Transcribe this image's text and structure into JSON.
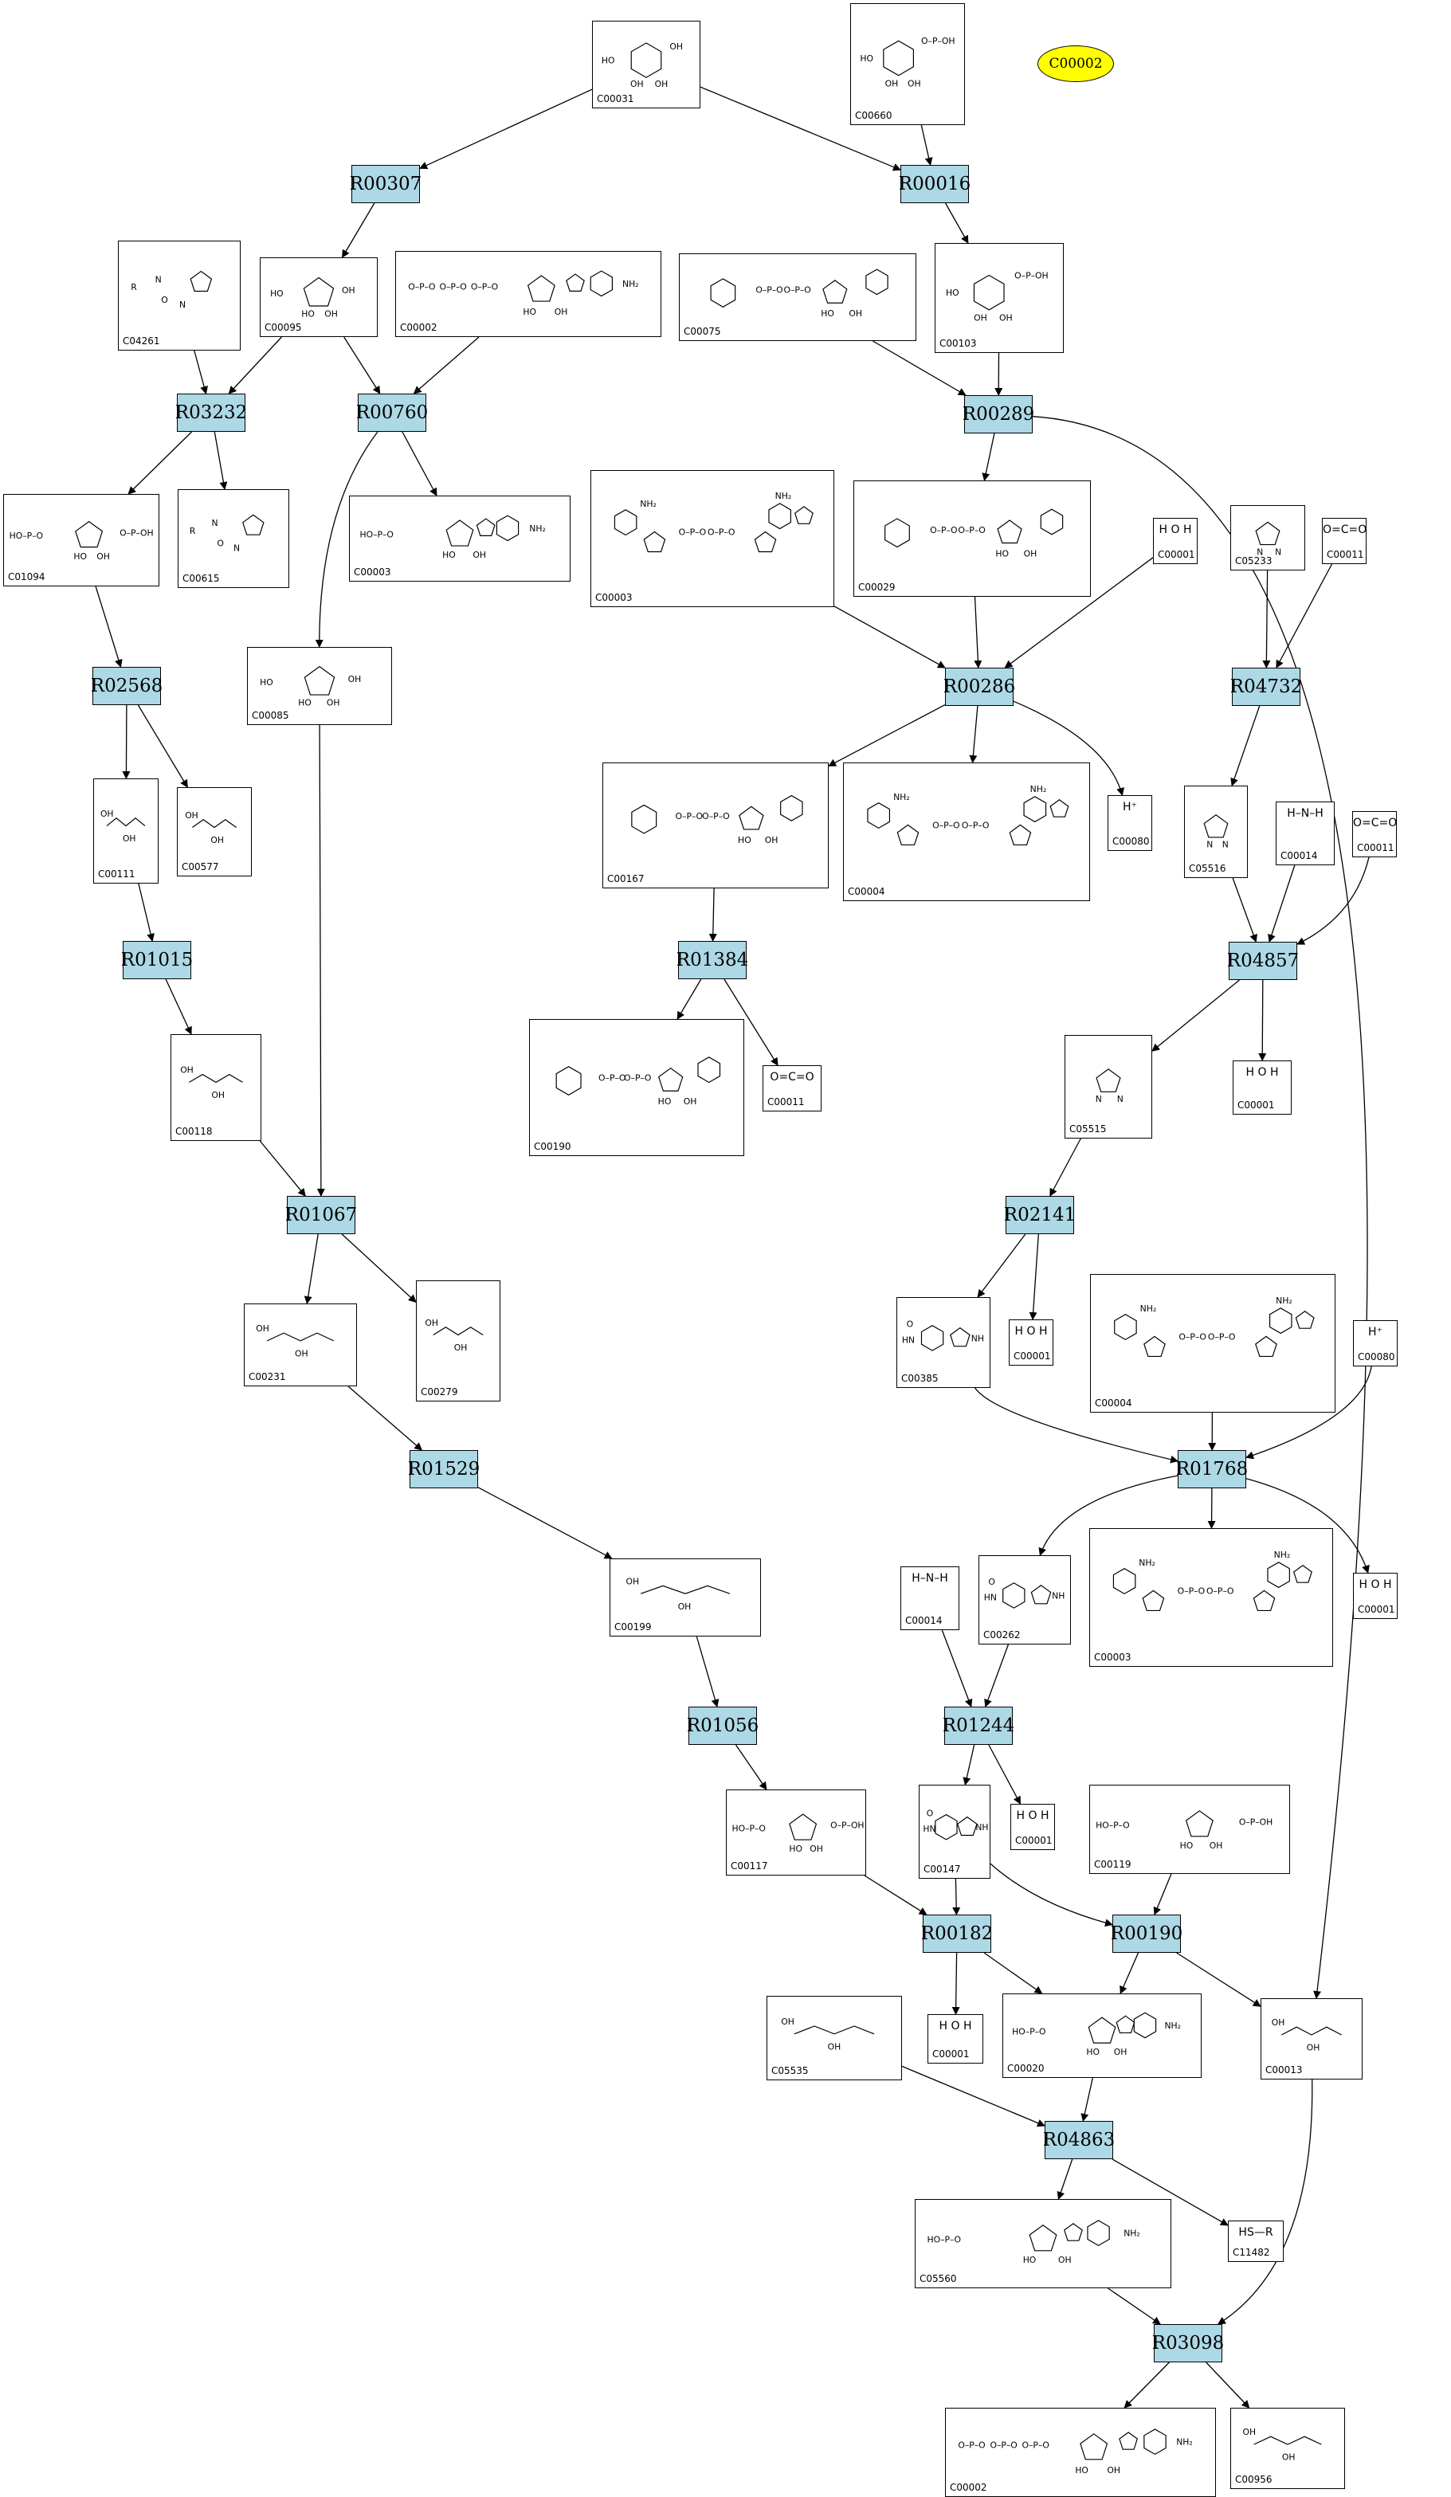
{
  "highlight": {
    "label": "C00002"
  },
  "reactions": {
    "R00307": "R00307",
    "R00016": "R00016",
    "R03232": "R03232",
    "R00760": "R00760",
    "R00289": "R00289",
    "R02568": "R02568",
    "R00286": "R00286",
    "R04732": "R04732",
    "R01015": "R01015",
    "R01384": "R01384",
    "R04857": "R04857",
    "R01067": "R01067",
    "R02141": "R02141",
    "R01529": "R01529",
    "R01768": "R01768",
    "R01056": "R01056",
    "R01244": "R01244",
    "R00182": "R00182",
    "R00190": "R00190",
    "R04863": "R04863",
    "R03098": "R03098"
  },
  "compounds": {
    "c00031": "C00031",
    "c00660": "C00660",
    "c04261": "C04261",
    "c00095": "C00095",
    "c00002a": "C00002",
    "c00075": "C00075",
    "c00103": "C00103",
    "c01094": "C01094",
    "c00615": "C00615",
    "c00003a": "C00003",
    "c00020a": "C00003",
    "c00029": "C00029",
    "c00001a": "C00001",
    "c05233": "C05233",
    "c00011a": "C00011",
    "c00085": "C00085",
    "c00111": "C00111",
    "c00577": "C00577",
    "c00167": "C00167",
    "c00004a": "C00004",
    "c00080a": "C00080",
    "c05516": "C05516",
    "c00014a": "C00014",
    "c00011b": "C00011",
    "c00118": "C00118",
    "c00190": "C00190",
    "c00011c": "C00011",
    "c05515": "C05515",
    "c00001b": "C00001",
    "c00231": "C00231",
    "c00279": "C00279",
    "c00385": "C00385",
    "c00001c": "C00001",
    "c00004b": "C00004",
    "c00080b": "C00080",
    "c00199": "C00199",
    "c00014b": "C00014",
    "c00262": "C00262",
    "c00003b": "C00003",
    "c00001d": "C00001",
    "c00117": "C00117",
    "c00147": "C00147",
    "c00001e": "C00001",
    "c00119": "C00119",
    "c05535": "C05535",
    "c00001f": "C00001",
    "c00020b": "C00020",
    "c00013": "C00013",
    "c05560": "C05560",
    "c11482": "C11482",
    "c00002b": "C00002",
    "c00956": "C00956"
  },
  "formula_labels": {
    "water": [
      "H",
      "O",
      "H"
    ],
    "co2": [
      "O",
      "C",
      "O"
    ],
    "proton": "H⁺",
    "ammonia": [
      "H",
      "N",
      "H",
      "H"
    ],
    "thiol": "HS—R"
  }
}
